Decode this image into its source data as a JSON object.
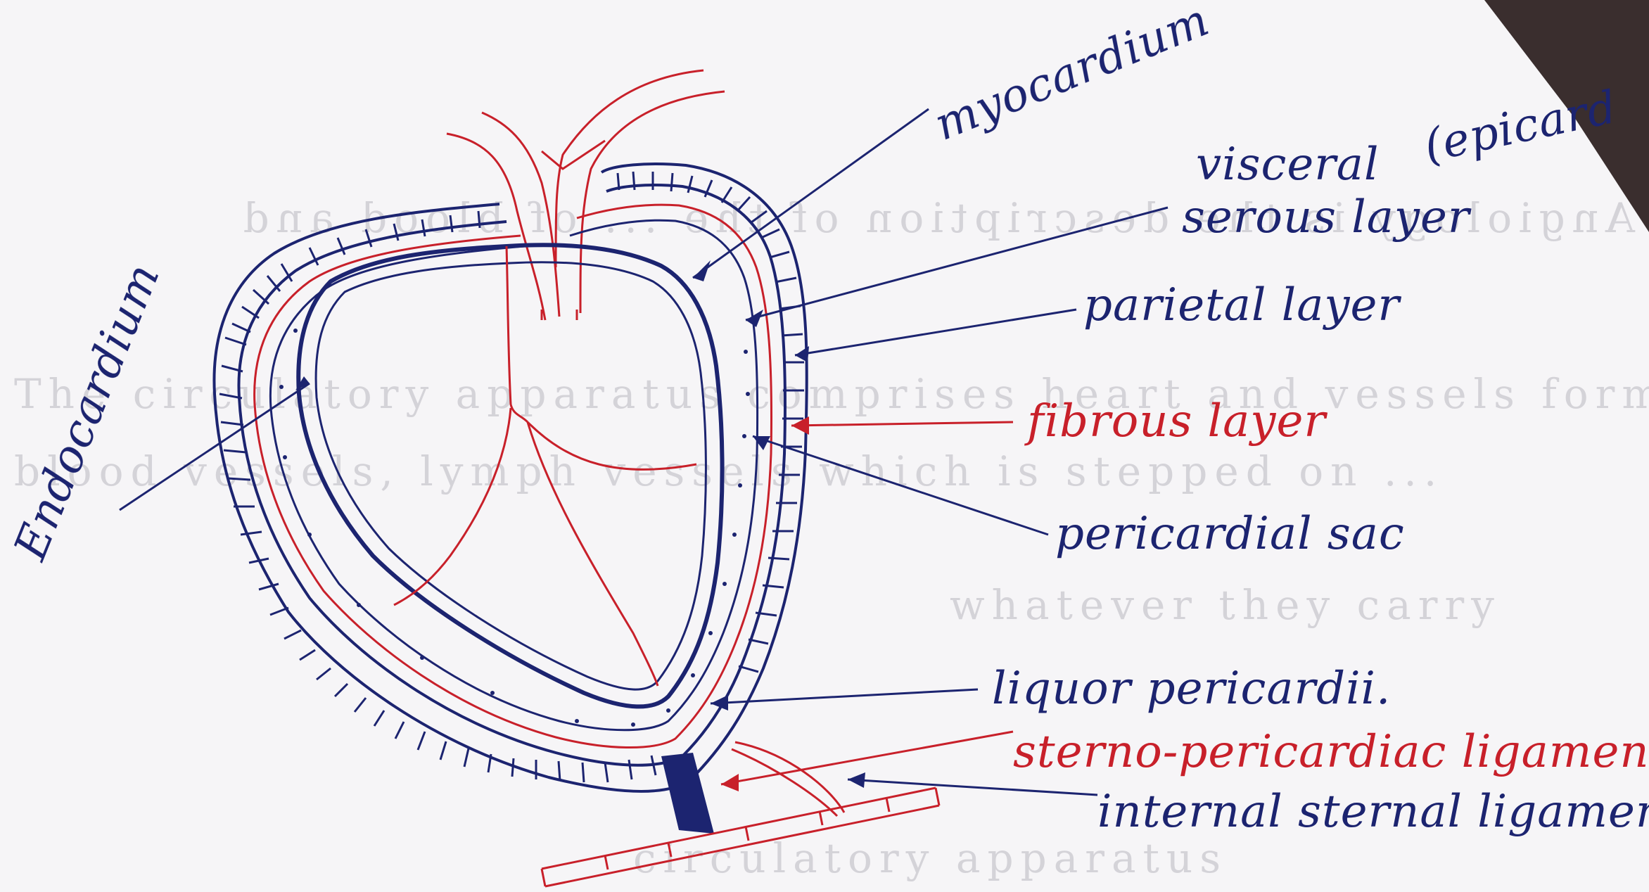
{
  "colors": {
    "ink_blue": "#1c2470",
    "ink_red": "#c8202a",
    "paper": "#f6f5f7",
    "bleed_through": "#b9b6c0"
  },
  "labels": {
    "myocardium": "myocardium",
    "visceral": "visceral",
    "epicardium_fragment": "(epicard",
    "serous_layer": "serous layer",
    "parietal_layer": "parietal layer",
    "fibrous_layer": "fibrous layer",
    "pericardial_sac": "pericardial sac",
    "liquor_pericardii": "liquor pericardii.",
    "sterno_pericardiac_ligament": "sterno-pericardiac ligament.",
    "internal_sternal_ligament": "internal sternal ligament.",
    "endocardium": "Endocardium"
  },
  "bleed_through_text": {
    "line1": "Angiology  is the description of the ... of blood and",
    "line2": "The circulatory apparatus comprises heart and vessels forming",
    "line3": "blood vessels, lymph vessels which is stepped on ...",
    "line4": "whatever they carry",
    "line5": "circulatory apparatus"
  }
}
